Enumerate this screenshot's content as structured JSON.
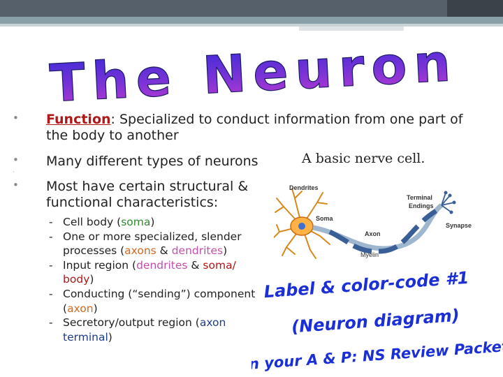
{
  "title": "The Neuron",
  "bullets": {
    "b1_keyword": "Function",
    "b1_text": ":  Specialized to conduct information from one part of the body to another",
    "b2_text": "Many different types of neurons",
    "b3_text": "Most have certain structural & functional characteristics:"
  },
  "subs": {
    "s1_a": "Cell body (",
    "s1_soma": "soma",
    "s1_b": ")",
    "s2_a": "One or more specialized, slender processes (",
    "s2_axons": "axons",
    "s2_b": " & ",
    "s2_dend": "dendrites",
    "s2_c": ")",
    "s3_a": "Input region (",
    "s3_dend": "dendrites",
    "s3_b": " & ",
    "s3_soma": "soma/ body",
    "s3_c": ")",
    "s4_a": "Conducting (“sending”) component (",
    "s4_axon": "axon",
    "s4_b": ")",
    "s5_a": "Secretory/output region (",
    "s5_term": "axon terminal",
    "s5_b": ")"
  },
  "figure": {
    "title": "A basic nerve cell.",
    "labels": {
      "dendrites": "Dendrites",
      "soma": "Soma",
      "axon": "Axon",
      "myelin": "Myelin",
      "terminal": "Terminal",
      "endings": "Endings",
      "synapse": "Synapse"
    }
  },
  "task": {
    "line1": "Label & color-code #1",
    "line2": "(Neuron diagram)",
    "line3": "on your  A & P: NS Review Packet!"
  },
  "colors": {
    "title_gradient_top": "#3a2ad8",
    "title_gradient_bottom": "#c23ad0",
    "task_blue": "#1b2fd6",
    "keyword_red": "#b01717"
  }
}
